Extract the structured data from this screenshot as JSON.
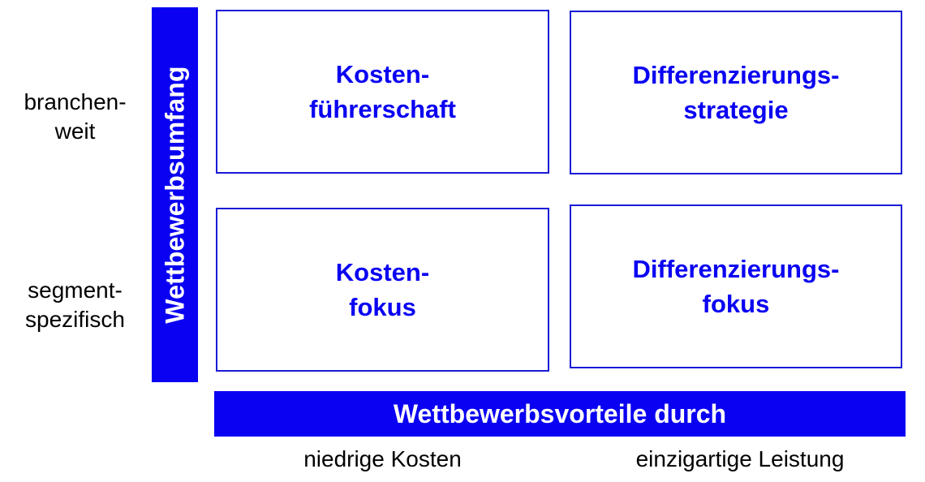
{
  "rows": {
    "top": {
      "line1": "branchen-",
      "line2": "weit"
    },
    "bottom": {
      "line1": "segment-",
      "line2": "spezifisch"
    }
  },
  "vertical_axis": {
    "label": "Wettbewerbsumfang"
  },
  "cells": {
    "top_left": {
      "line1": "Kosten-",
      "line2": "führerschaft"
    },
    "top_right": {
      "line1": "Differenzierungs-",
      "line2": "strategie"
    },
    "bottom_left": {
      "line1": "Kosten-",
      "line2": "fokus"
    },
    "bottom_right": {
      "line1": "Differenzierungs-",
      "line2": "fokus"
    }
  },
  "horizontal_axis": {
    "label": "Wettbewerbsvorteile durch"
  },
  "columns": {
    "left": "niedrige Kosten",
    "right": "einzigartige Leistung"
  },
  "colors": {
    "accent": "#0a00f2",
    "border": "#1a1ad6",
    "text": "#000000",
    "bar_text": "#ffffff"
  }
}
